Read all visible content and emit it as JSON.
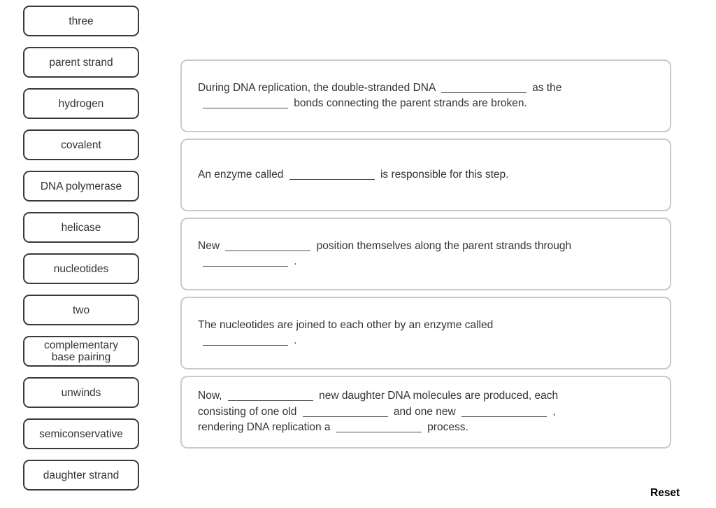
{
  "word_bank": {
    "items": [
      {
        "label": "three"
      },
      {
        "label": "parent strand"
      },
      {
        "label": "hydrogen"
      },
      {
        "label": "covalent"
      },
      {
        "label": "DNA polymerase"
      },
      {
        "label": "helicase"
      },
      {
        "label": "nucleotides"
      },
      {
        "label": "two"
      },
      {
        "label": "complementary base pairing"
      },
      {
        "label": "unwinds"
      },
      {
        "label": "semiconservative"
      },
      {
        "label": "daughter strand"
      }
    ]
  },
  "exercise": {
    "sentences": [
      {
        "lines": [
          [
            "During DNA replication, the double-stranded DNA ",
            null,
            " as the"
          ],
          [
            null,
            " bonds connecting the parent strands are broken."
          ]
        ]
      },
      {
        "lines": [
          [
            "An enzyme called ",
            null,
            " is responsible for this step."
          ]
        ]
      },
      {
        "lines": [
          [
            "New ",
            null,
            " position themselves along the parent strands through"
          ],
          [
            null,
            " ."
          ]
        ]
      },
      {
        "lines": [
          [
            "The nucleotides are joined to each other by an enzyme called"
          ],
          [
            null,
            " ."
          ]
        ]
      },
      {
        "lines": [
          [
            "Now, ",
            null,
            " new daughter DNA molecules are produced, each"
          ],
          [
            "consisting of one old ",
            null,
            " and one new ",
            null,
            " ,"
          ],
          [
            "rendering DNA replication a ",
            null,
            " process."
          ]
        ]
      }
    ]
  },
  "footer": {
    "reset_label": "Reset"
  },
  "colors": {
    "tile_border": "#3a3a3a",
    "box_border": "#cacaca",
    "text": "#333333",
    "blank_line": "#4a4a4a",
    "reset_text": "#000000"
  }
}
